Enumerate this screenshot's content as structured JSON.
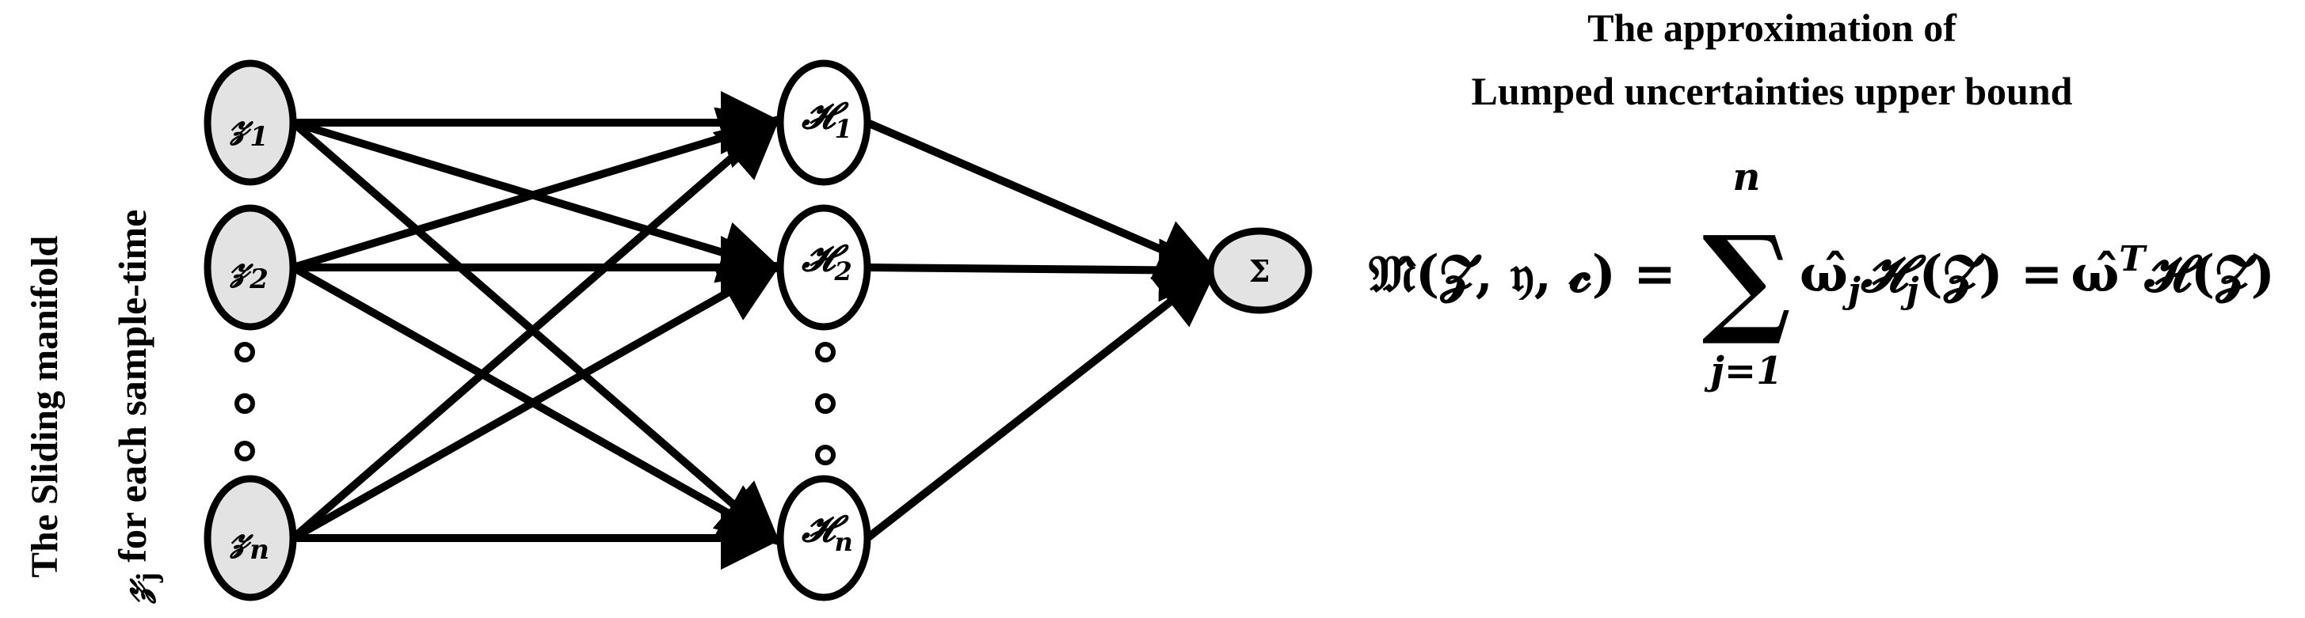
{
  "left_labels": {
    "outer": "The Sliding   manifold",
    "inner_symbol": "𝓏",
    "inner_subscript": "j",
    "inner_text": "  for each sample-time"
  },
  "input_nodes": [
    {
      "symbol": "𝓏",
      "sub": "1"
    },
    {
      "symbol": "𝓏",
      "sub": "2"
    },
    {
      "symbol": "𝓏",
      "sub": "n"
    }
  ],
  "hidden_nodes": [
    {
      "symbol": "𝓗",
      "sub": "1"
    },
    {
      "symbol": "𝓗",
      "sub": "2"
    },
    {
      "symbol": "𝓗",
      "sub": "n"
    }
  ],
  "output_node": {
    "symbol": "Σ"
  },
  "title": {
    "line1": "The approximation of",
    "line2": "Lumped uncertainties upper  bound"
  },
  "equation": {
    "lhs": "𝔐̂(𝓩, 𝔶, 𝓬) =",
    "sum_symbol": "∑",
    "upper_limit": "n",
    "lower_limit": "j=1",
    "term": "ω̂",
    "term_sub": "j",
    "basis": "𝓗",
    "basis_sub": "j",
    "basis_arg": "(𝓩) =",
    "rhs_weight": "ω̂",
    "rhs_sup": "T",
    "rhs_basis": "𝓗(𝓩)"
  },
  "colors": {
    "input_fill": "#e3e3e3",
    "hidden_fill": "#ffffff",
    "output_fill": "#e3e3e3",
    "stroke": "#000000"
  },
  "icons": {
    "ellipsis": "vertical-dots"
  }
}
